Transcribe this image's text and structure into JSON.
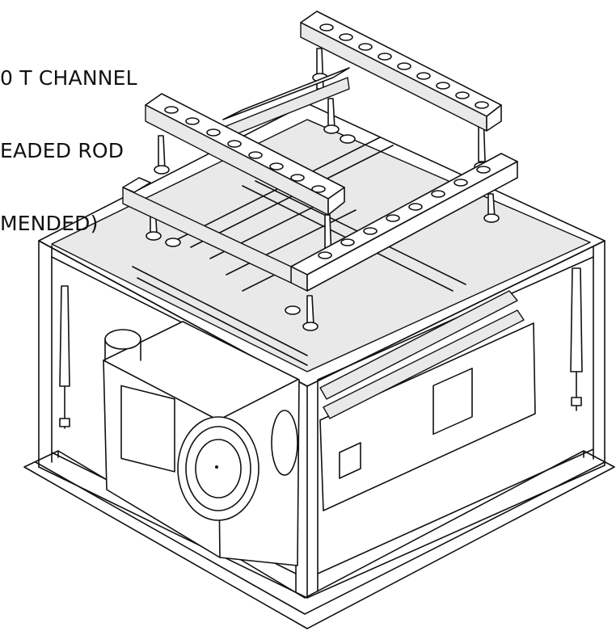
{
  "figure": {
    "callout": {
      "lines": [
        "0 T CHANNEL",
        "EADED ROD",
        "MENDED)"
      ]
    },
    "parts": [
      "ceiling-frame",
      "projector",
      "projector-lens",
      "unistrut-channel",
      "threaded-rod",
      "hex-nut",
      "gas-strut",
      "slide-rail",
      "trim-ring"
    ]
  }
}
